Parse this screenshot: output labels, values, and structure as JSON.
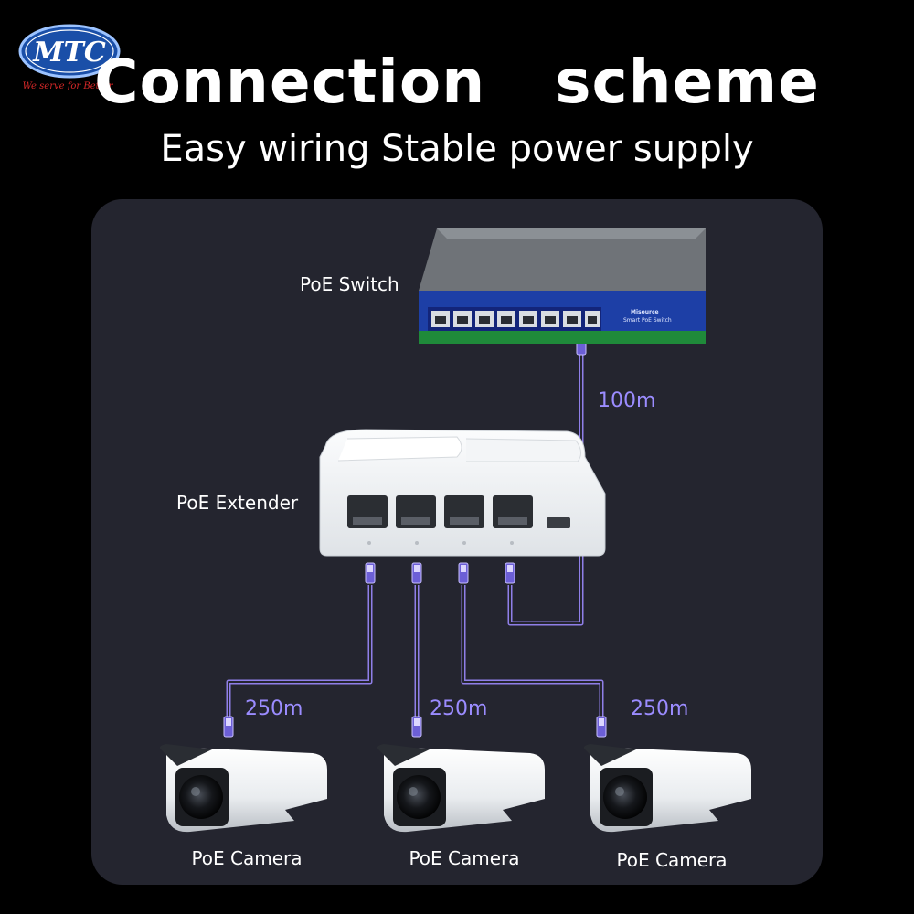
{
  "brand": {
    "logo_text": "MTC",
    "tagline": "We serve for Better"
  },
  "header": {
    "title": "Connection  scheme",
    "subtitle": "Easy wiring Stable power supply"
  },
  "diagram": {
    "switch": {
      "label": "PoE Switch",
      "brand": "Misource",
      "model": "Smart PoE Switch"
    },
    "extender": {
      "label": "PoE Extender"
    },
    "cameras": [
      {
        "label": "PoE Camera",
        "distance": "250m"
      },
      {
        "label": "PoE Camera",
        "distance": "250m"
      },
      {
        "label": "PoE Camera",
        "distance": "250m"
      }
    ],
    "uplink_distance": "100m"
  },
  "colors": {
    "background": "#000000",
    "panel": "#24252f",
    "cable": "#8f7fe8",
    "logo_blue": "#1a4fa8"
  }
}
